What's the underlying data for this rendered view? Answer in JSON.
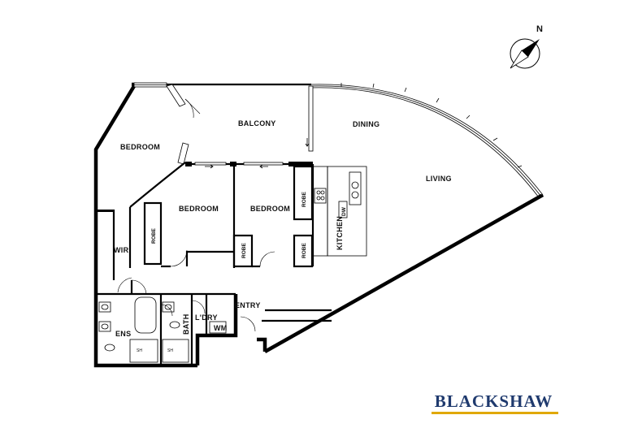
{
  "rooms": {
    "balcony": "BALCONY",
    "dining": "DINING",
    "living": "LIVING",
    "bedroom_1": "BEDROOM",
    "bedroom_2": "BEDROOM",
    "bedroom_3": "BEDROOM",
    "wir": "WIR",
    "robe_1": "ROBE",
    "robe_2": "ROBE",
    "robe_3": "ROBE",
    "robe_4": "ROBE",
    "kitchen": "KITCHEN",
    "dw": "DW",
    "entry": "ENTRY",
    "laundry": "L'DRY",
    "wm": "WM",
    "bath": "BATH",
    "ens": "ENS",
    "sh_1": "SH",
    "sh_2": "SH"
  },
  "compass": {
    "label": "N"
  },
  "brand": {
    "name": "BLACKSHAW",
    "accent_color": "#e0a800",
    "text_color": "#1f3a6e"
  }
}
